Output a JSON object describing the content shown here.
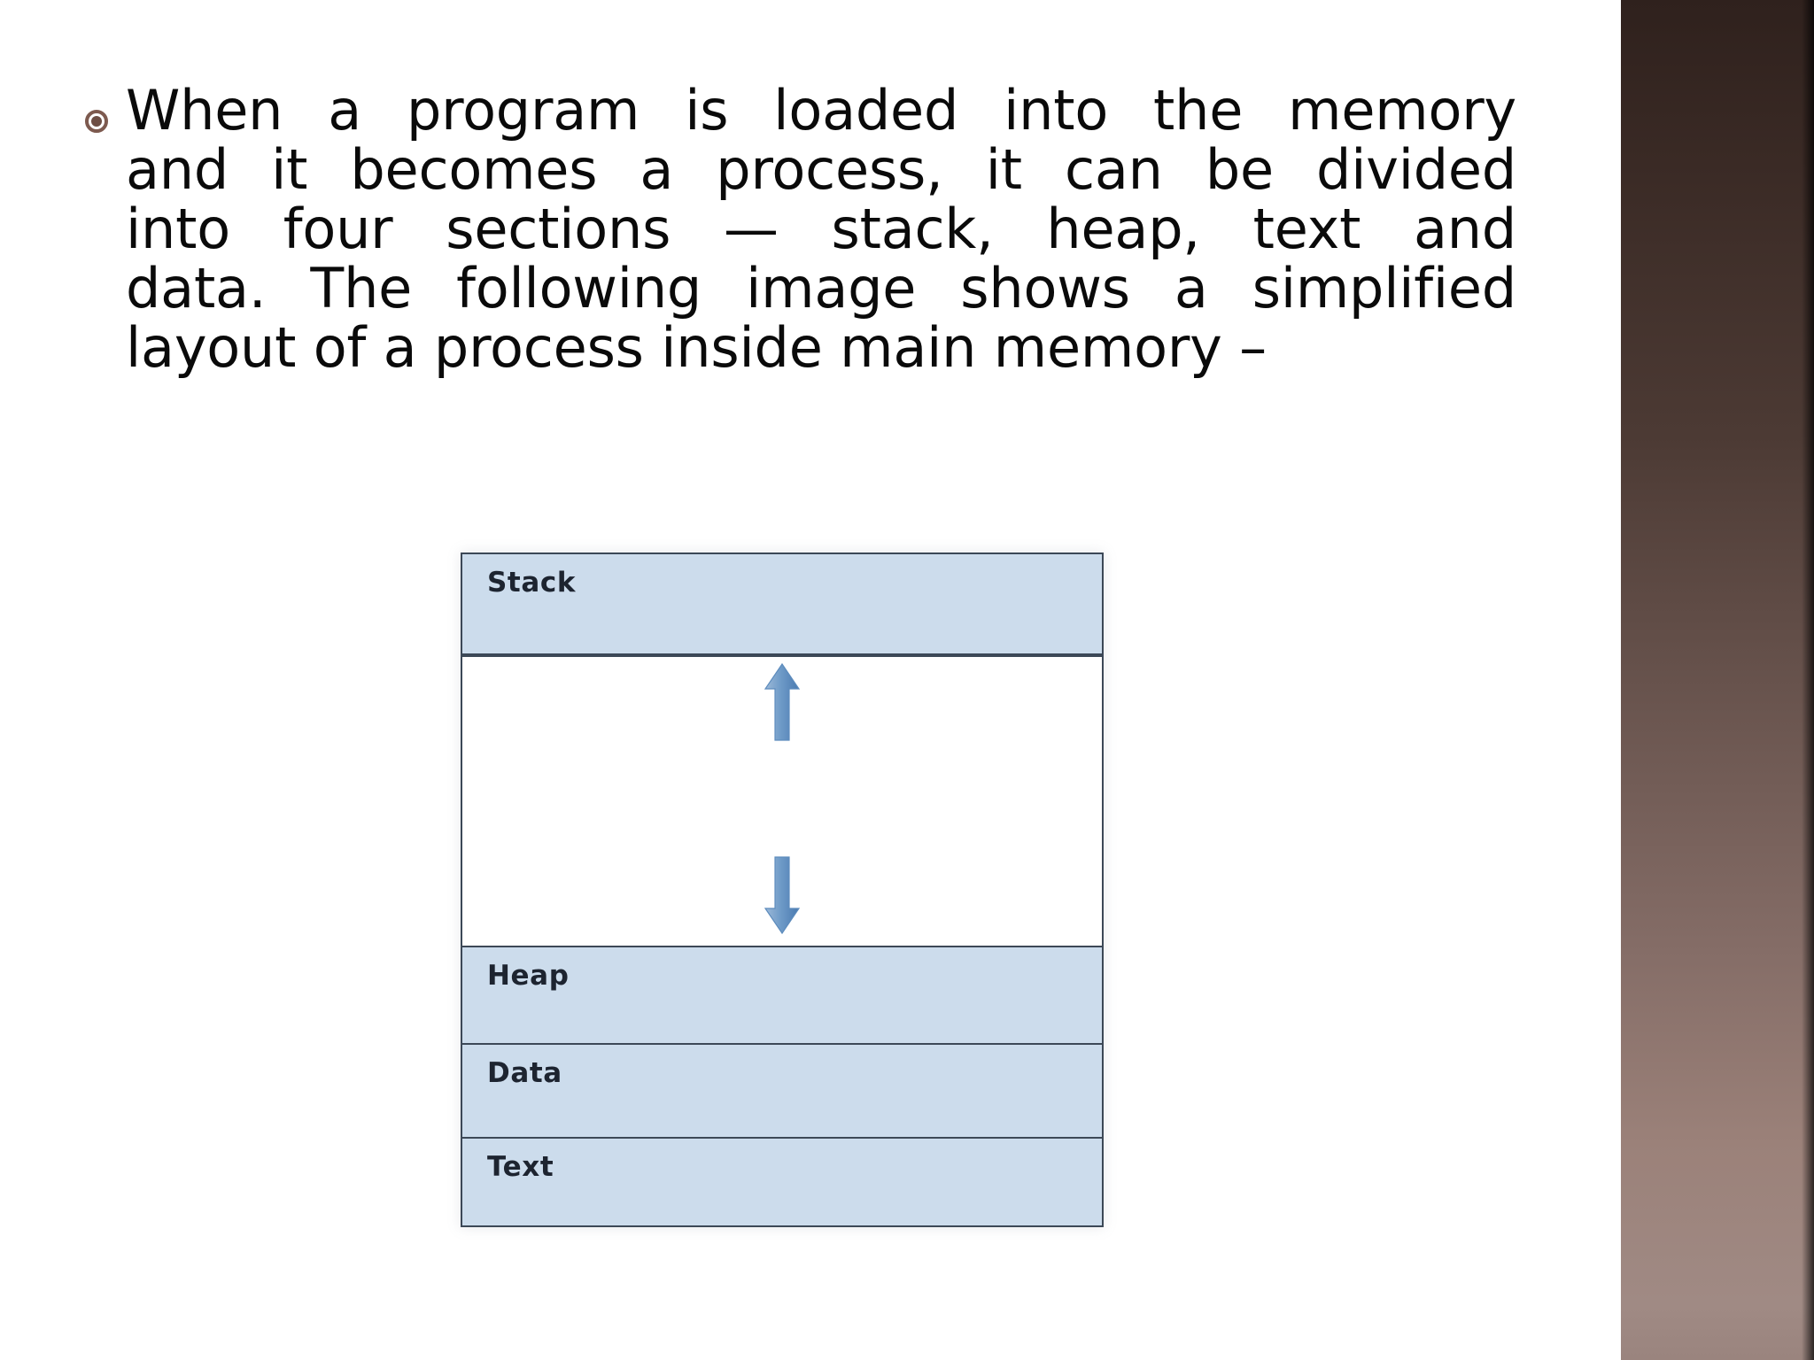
{
  "slide": {
    "background_color": "#ffffff",
    "accent_band_top_color": "#2f211d",
    "accent_band_bottom_color": "#9e8680",
    "bullet_color": "#7d5a4f",
    "text_color": "#0a0a0a"
  },
  "body": {
    "bullet_glyph": "ring-dot-bullet",
    "paragraph": "When a program is loaded into the memory and it becomes a process, it can be divided into four sections — stack, heap, text and data. The following image shows a simplified layout of a process inside main memory –",
    "lines": [
      "When a program is loaded into the memory",
      "and it becomes a process, it can be divided",
      "into four sections — stack, heap, text and",
      "data. The following image shows a simplified",
      "layout of a process inside main memory –"
    ]
  },
  "diagram": {
    "name": "process-memory-layout",
    "border_color": "#3c4857",
    "section_fill": "#ccdcec",
    "free_fill": "#ffffff",
    "arrow_color": "#4a7ab0",
    "sections": [
      {
        "id": "stack",
        "label": "Stack",
        "filled": true
      },
      {
        "id": "free",
        "label": "",
        "filled": false
      },
      {
        "id": "heap",
        "label": "Heap",
        "filled": true
      },
      {
        "id": "data",
        "label": "Data",
        "filled": true
      },
      {
        "id": "text",
        "label": "Text",
        "filled": true
      }
    ],
    "arrows": [
      {
        "id": "stack-grow-arrow",
        "direction": "up"
      },
      {
        "id": "heap-grow-arrow",
        "direction": "down"
      }
    ]
  }
}
